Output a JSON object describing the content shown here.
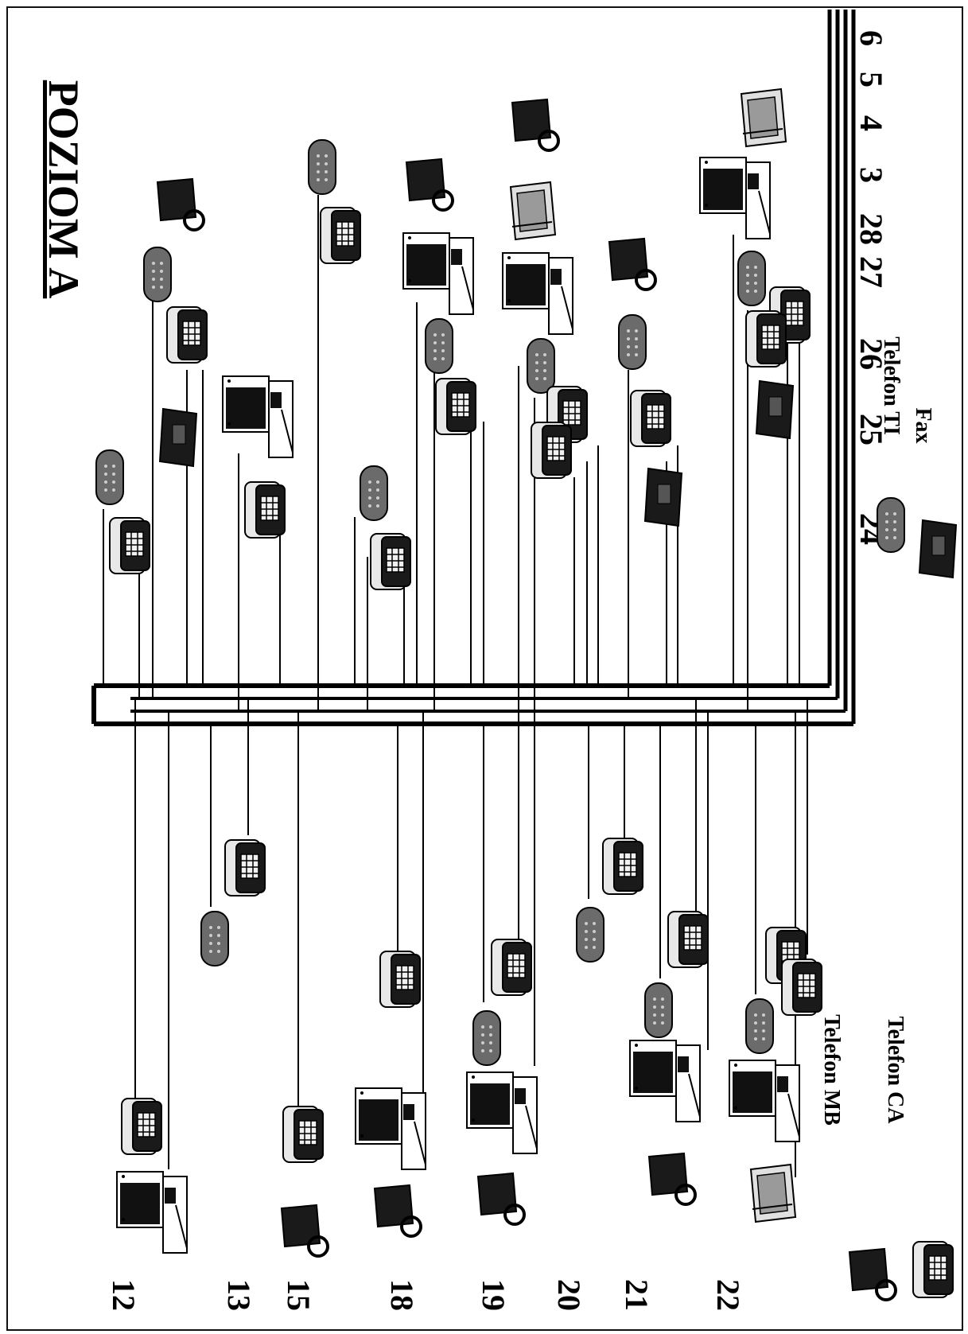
{
  "title": "POZIOM  A",
  "rooms_left": [
    "12",
    "13",
    "15",
    "18",
    "19",
    "20",
    "21",
    "22"
  ],
  "rooms_right": [
    "6",
    "5",
    "4",
    "3",
    "28",
    "27",
    "26",
    "25",
    "24"
  ],
  "legend": {
    "telefon_mb": "Telefon MB",
    "telefon_ca": "Telefon CA",
    "telefon_ti": "Telefon TI",
    "fax": "Fax"
  },
  "colors": {
    "line": "#000000",
    "device_dark": "#1a1a1a",
    "device_grey": "#6b6b6b",
    "device_light": "#e8e8e8"
  },
  "icons": [
    "telefon-mb-icon",
    "telefon-ca-icon",
    "telefon-ti-icon",
    "fax-icon",
    "computer-icon",
    "printer-icon"
  ]
}
